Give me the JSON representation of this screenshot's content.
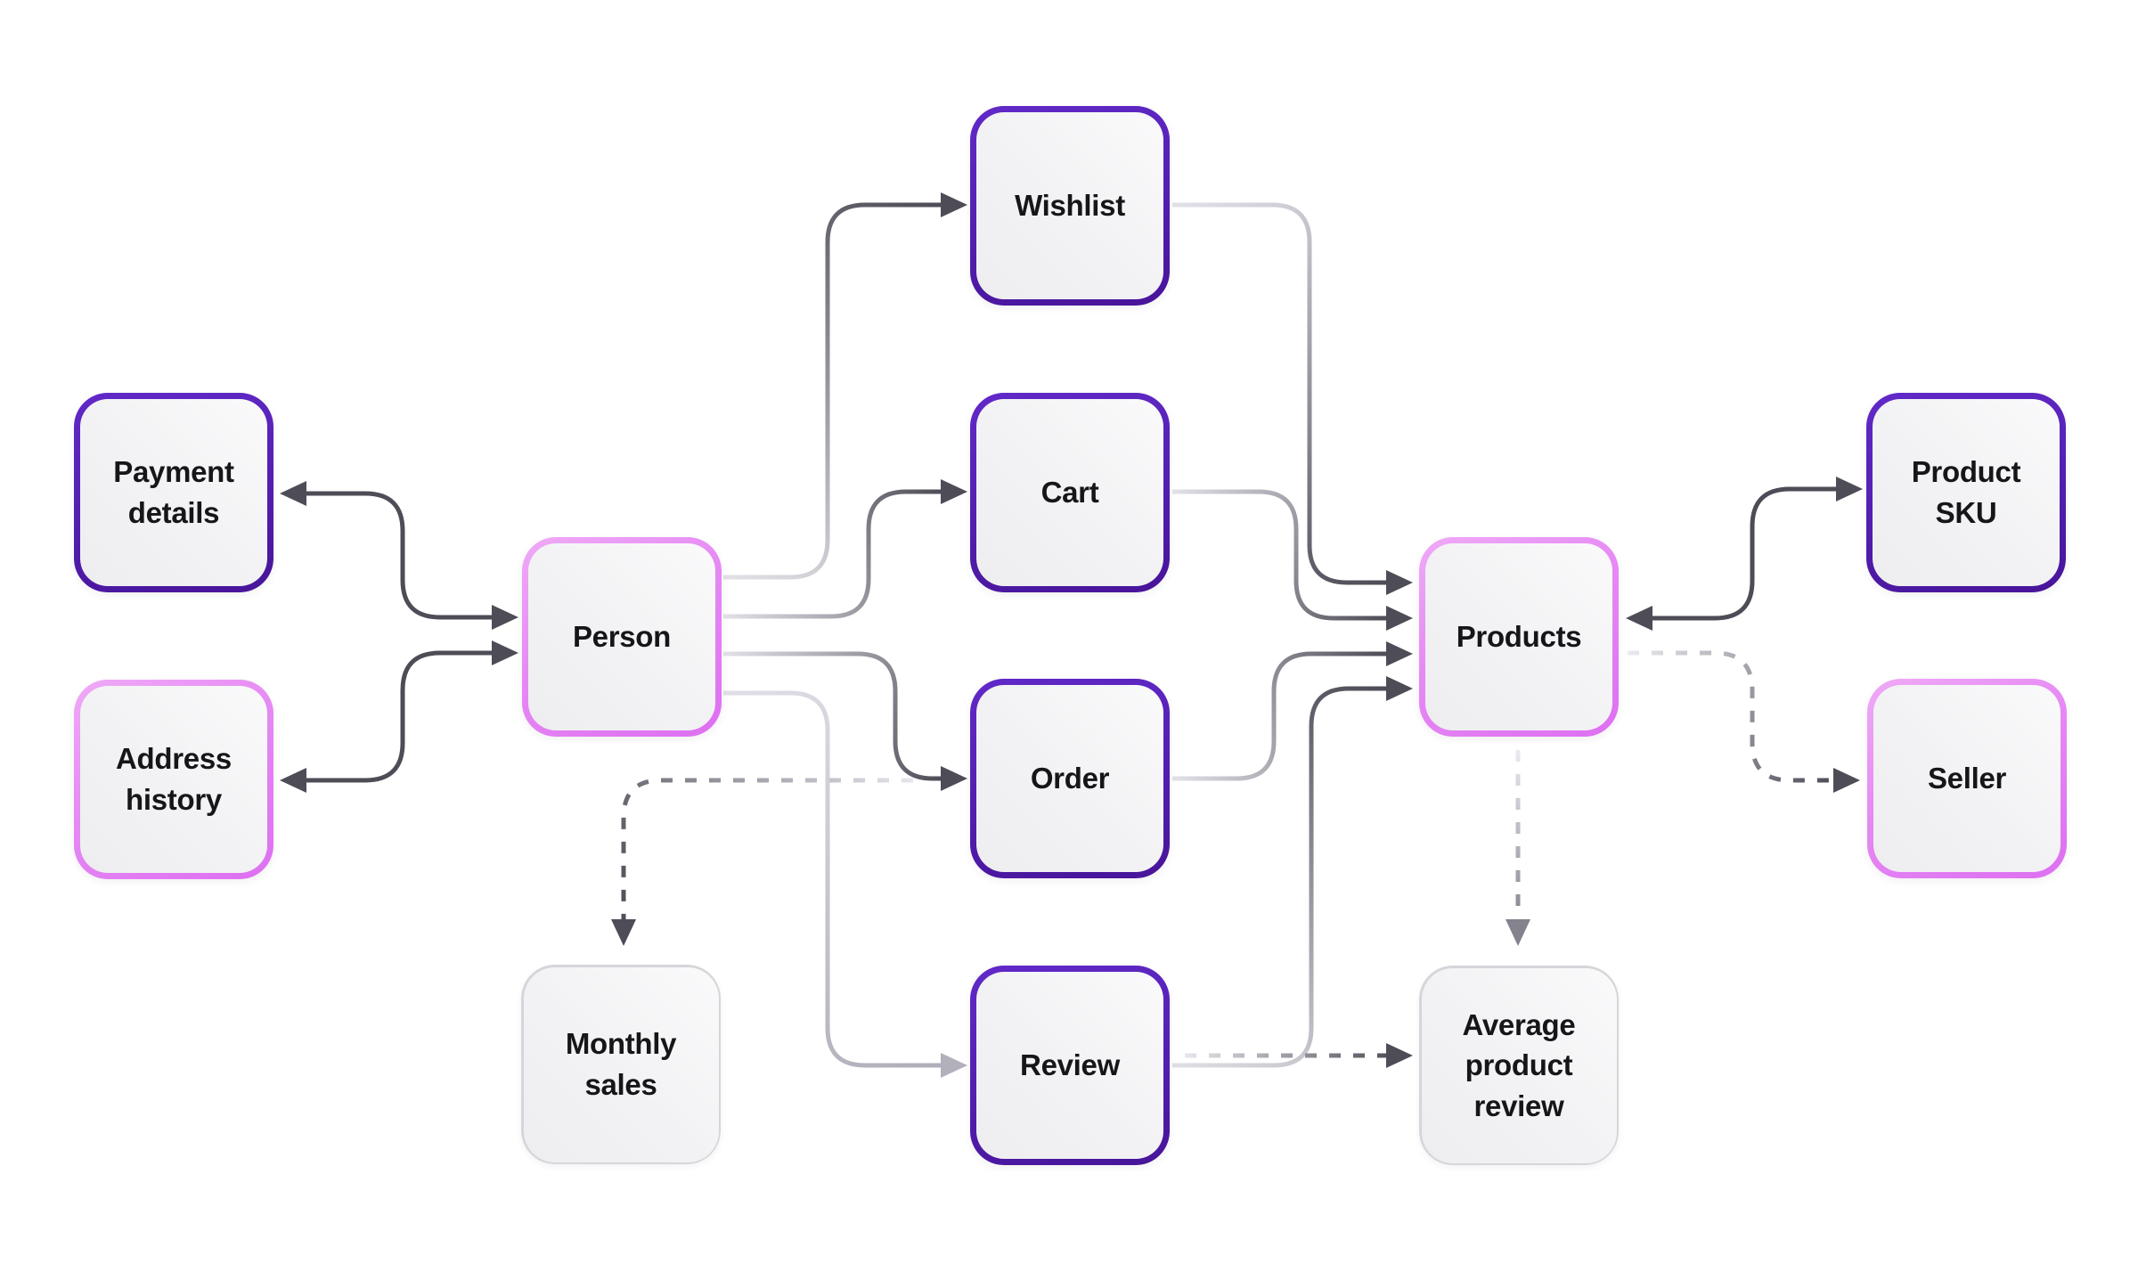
{
  "diagram": {
    "title": "E-commerce entity relationship diagram",
    "background": "#ffffff",
    "colors": {
      "connector_dark": "#4e4c56",
      "connector_light": "#e3e1e8",
      "connector_muted": "#b0aeba",
      "border_purple": "#5521b4",
      "border_pink": "#e689f4",
      "border_gray": "#d6d5da",
      "node_fill": "#f2f2f4",
      "label_color": "#161619"
    }
  },
  "nodes": {
    "payment_details": {
      "label": "Payment details"
    },
    "address_history": {
      "label": "Address history"
    },
    "person": {
      "label": "Person"
    },
    "monthly_sales": {
      "label": "Monthly sales"
    },
    "wishlist": {
      "label": "Wishlist"
    },
    "cart": {
      "label": "Cart"
    },
    "order": {
      "label": "Order"
    },
    "review": {
      "label": "Review"
    },
    "products": {
      "label": "Products"
    },
    "average_product_review": {
      "label": "Average product review"
    },
    "product_sku": {
      "label": "Product SKU"
    },
    "seller": {
      "label": "Seller"
    }
  },
  "edges": [
    {
      "from": "person",
      "to": "payment_details",
      "style": "solid",
      "arrows": "both"
    },
    {
      "from": "person",
      "to": "address_history",
      "style": "solid",
      "arrows": "both"
    },
    {
      "from": "person",
      "to": "wishlist",
      "style": "solid",
      "arrows": "end"
    },
    {
      "from": "person",
      "to": "cart",
      "style": "solid",
      "arrows": "end"
    },
    {
      "from": "person",
      "to": "order",
      "style": "solid",
      "arrows": "end"
    },
    {
      "from": "person",
      "to": "review",
      "style": "solid",
      "arrows": "end",
      "muted": true
    },
    {
      "from": "wishlist",
      "to": "products",
      "style": "solid",
      "arrows": "end"
    },
    {
      "from": "cart",
      "to": "products",
      "style": "solid",
      "arrows": "end"
    },
    {
      "from": "order",
      "to": "products",
      "style": "solid",
      "arrows": "end"
    },
    {
      "from": "review",
      "to": "products",
      "style": "solid",
      "arrows": "end"
    },
    {
      "from": "products",
      "to": "product_sku",
      "style": "solid",
      "arrows": "both"
    },
    {
      "from": "products",
      "to": "seller",
      "style": "dashed",
      "arrows": "end"
    },
    {
      "from": "products",
      "to": "average_product_review",
      "style": "dashed",
      "arrows": "end"
    },
    {
      "from": "review",
      "to": "average_product_review",
      "style": "dashed",
      "arrows": "end"
    },
    {
      "from": "order",
      "to": "monthly_sales",
      "style": "dashed",
      "arrows": "end"
    }
  ]
}
